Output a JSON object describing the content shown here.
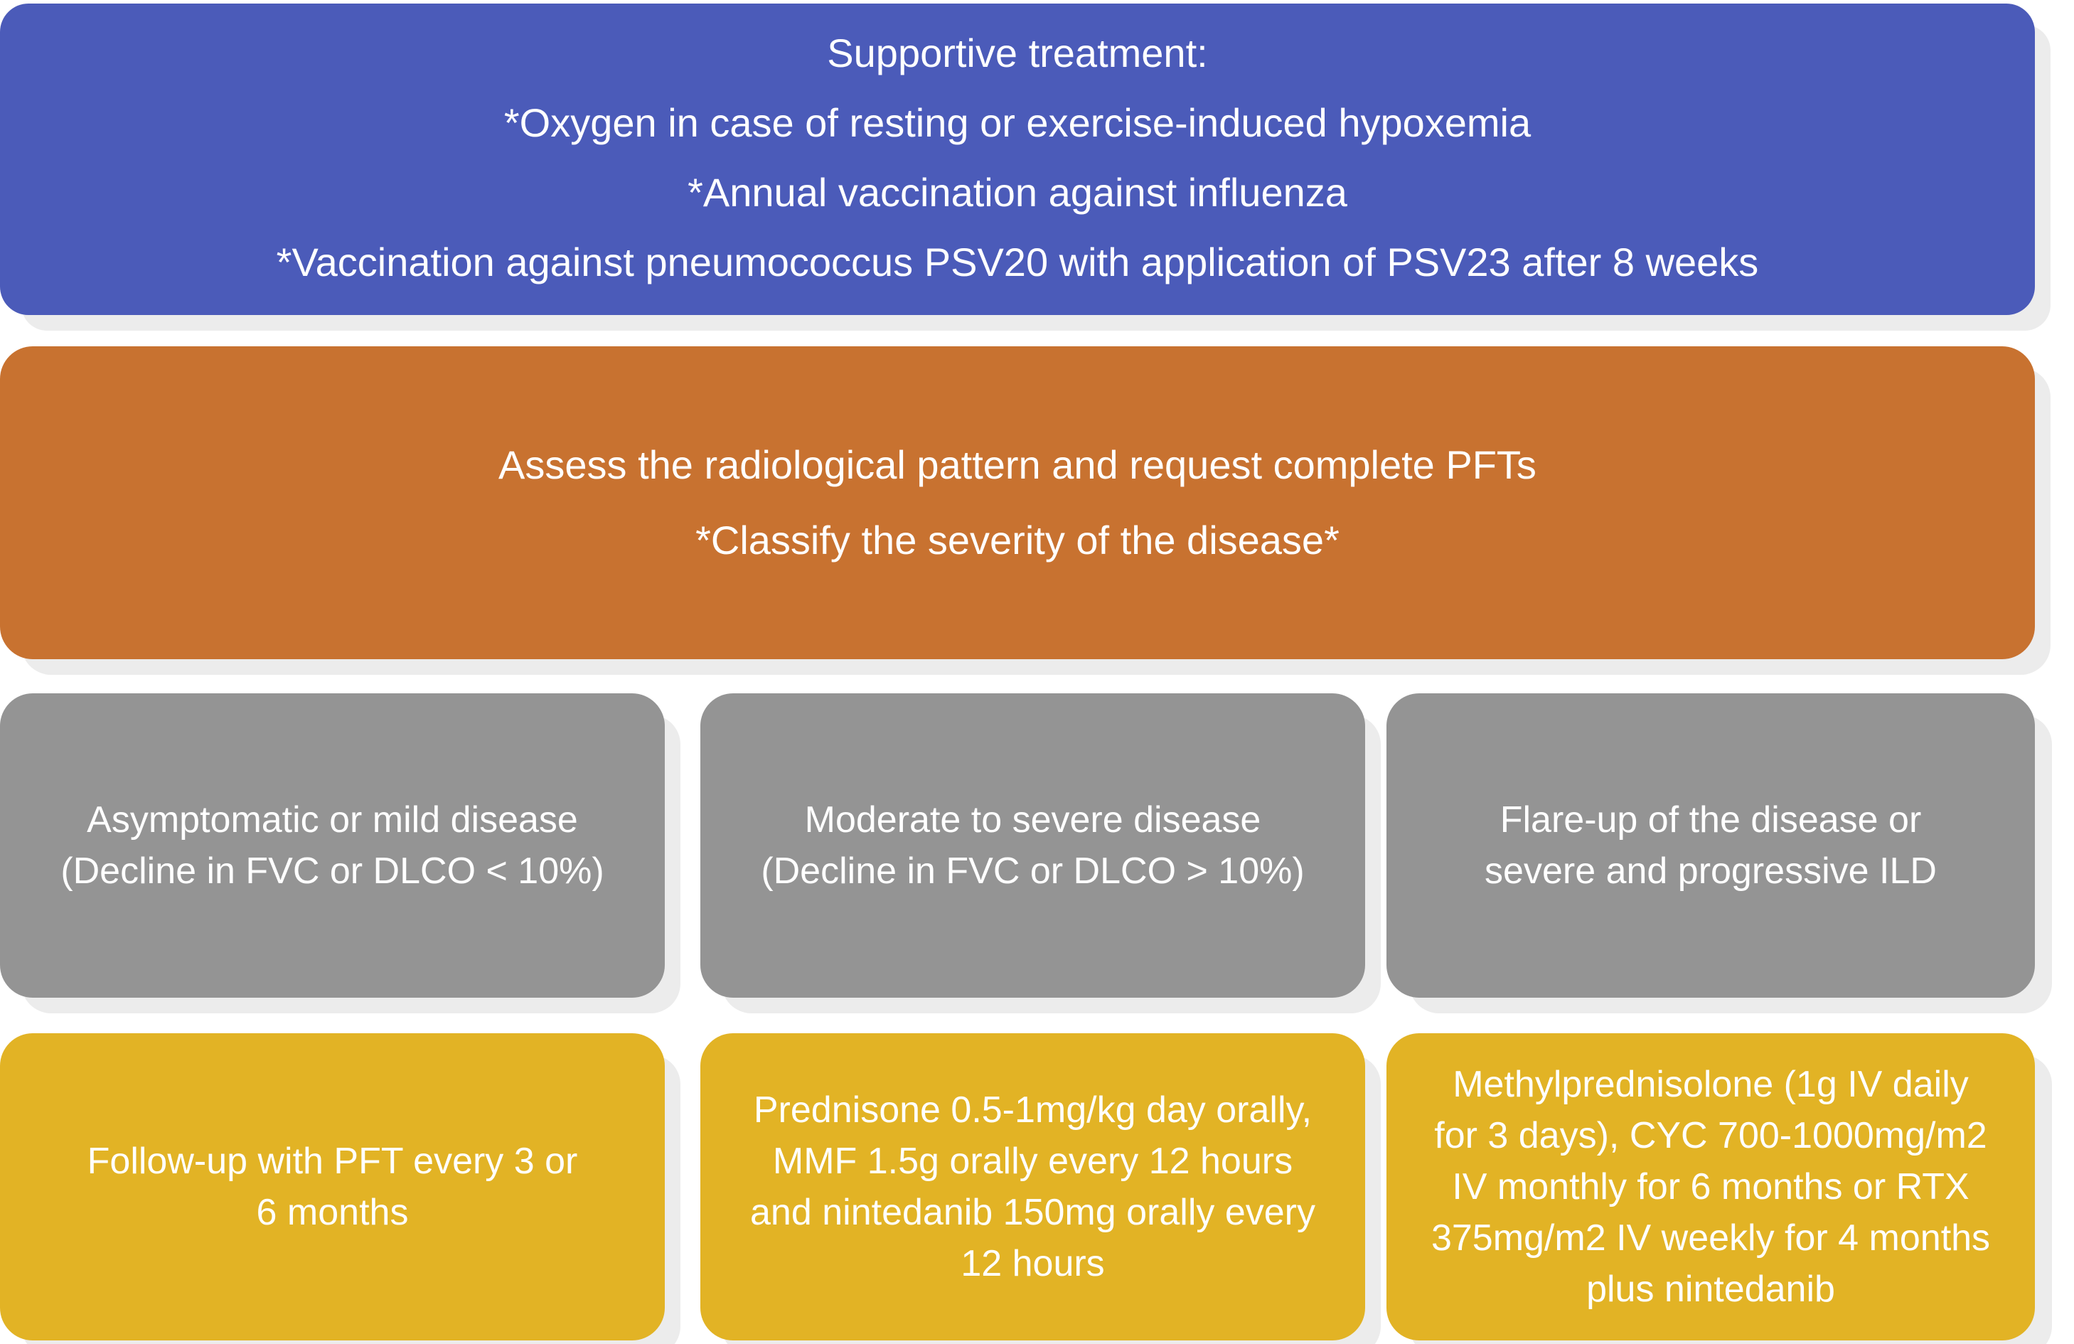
{
  "diagram": {
    "title": "ILD management flowchart",
    "colors": {
      "supportive": "#4b5bb9",
      "assessment": "#c87230",
      "severity": "#949494",
      "therapy": "#e2b325",
      "text": "#ffffff",
      "shadow": "#ececec",
      "background": "#ffffff"
    },
    "supportive": {
      "heading": "Supportive treatment:",
      "items": [
        "*Oxygen in case of resting or exercise-induced hypoxemia",
        "*Annual vaccination against influenza",
        "*Vaccination against pneumococcus PSV20 with application of PSV23 after 8 weeks"
      ]
    },
    "assessment": {
      "line1": "Assess the radiological pattern and request complete PFTs",
      "line2": "*Classify the severity of the disease*"
    },
    "severity": [
      {
        "id": "mild",
        "line1": "Asymptomatic or mild disease",
        "line2": "(Decline in FVC or DLCO < 10%)"
      },
      {
        "id": "moderate-severe",
        "line1": "Moderate to severe disease",
        "line2": "(Decline in FVC or DLCO > 10%)"
      },
      {
        "id": "flare-up",
        "line1": "Flare-up of the disease or",
        "line2": "severe and progressive ILD"
      }
    ],
    "therapy": [
      {
        "id": "follow-up",
        "lines": [
          "Follow-up with PFT every 3 or",
          "6 months"
        ]
      },
      {
        "id": "prednisone-mmf-nintedanib",
        "lines": [
          "Prednisone 0.5-1mg/kg day orally,",
          "MMF 1.5g orally every 12 hours",
          "and nintedanib 150mg orally every",
          "12 hours"
        ]
      },
      {
        "id": "methylprednisolone-cyc-rtx",
        "lines": [
          "Methylprednisolone (1g IV daily",
          "for 3 days), CYC 700-1000mg/m2",
          "IV monthly for 6 months or RTX",
          "375mg/m2 IV weekly for 4 months",
          "plus nintedanib"
        ]
      }
    ]
  }
}
